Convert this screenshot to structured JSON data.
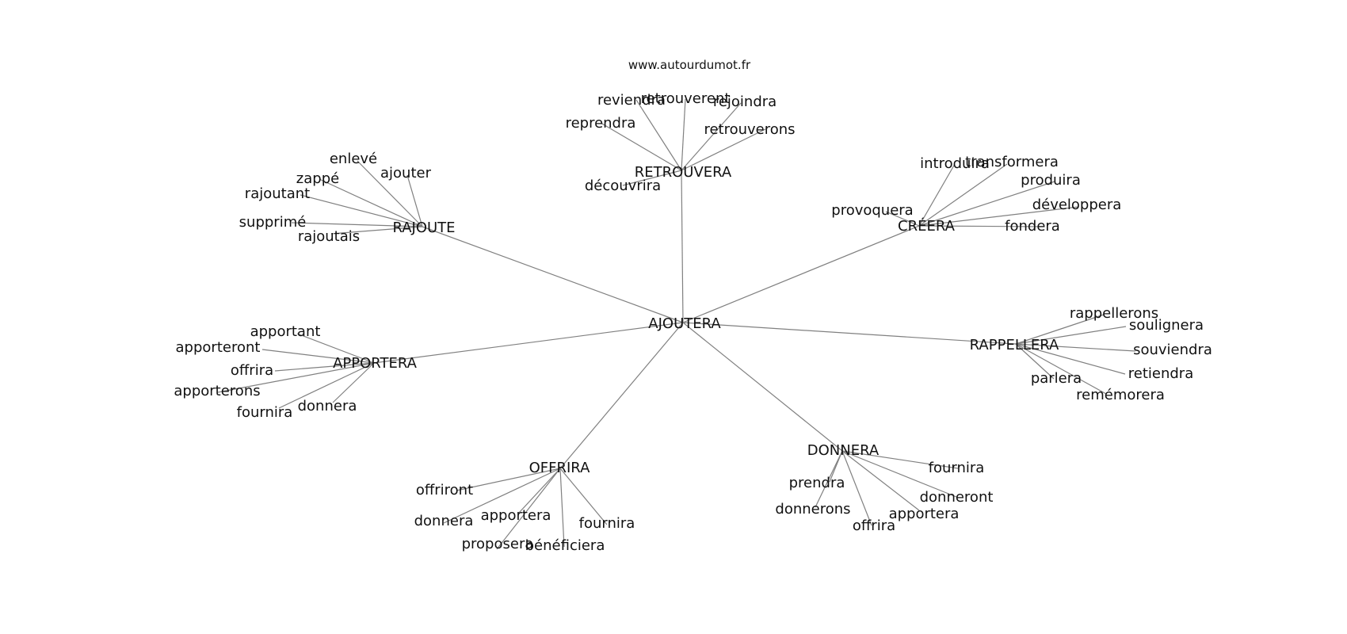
{
  "watermark": "www.autourdumot.fr",
  "graph": {
    "center": "AJOUTERA",
    "clusters": [
      {
        "hub": "RETROUVERA",
        "leaves": [
          "reviendra",
          "retrouverent",
          "rejoindra",
          "reprendra",
          "retrouverons",
          "découvrira"
        ]
      },
      {
        "hub": "RAJOUTE",
        "leaves": [
          "enlevé",
          "ajouter",
          "zappé",
          "rajoutant",
          "supprimé",
          "rajoutais"
        ]
      },
      {
        "hub": "CRÉERA",
        "leaves": [
          "introduira",
          "transformera",
          "produira",
          "développera",
          "provoquera",
          "fondera"
        ]
      },
      {
        "hub": "APPORTERA",
        "leaves": [
          "apportant",
          "apporteront",
          "offrira",
          "apporterons",
          "fournira",
          "donnera"
        ]
      },
      {
        "hub": "RAPPELLERA",
        "leaves": [
          "rappellerons",
          "soulignera",
          "souviendra",
          "retiendra",
          "parlera",
          "remémorera"
        ]
      },
      {
        "hub": "OFFRIRA",
        "leaves": [
          "offriront",
          "donnera",
          "apportera",
          "fournira",
          "proposera",
          "bénéficiera"
        ]
      },
      {
        "hub": "DONNERA",
        "leaves": [
          "fournira",
          "prendra",
          "donneront",
          "donnerons",
          "apportera",
          "offrira"
        ]
      }
    ]
  }
}
